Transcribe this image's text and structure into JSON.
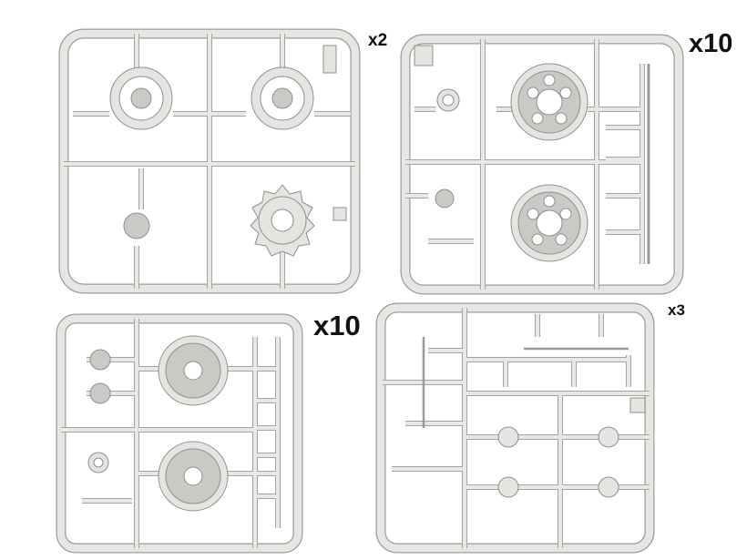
{
  "sprues": [
    {
      "id": "sprue-tl",
      "quantity": "x2"
    },
    {
      "id": "sprue-tr",
      "quantity": "x10"
    },
    {
      "id": "sprue-bl",
      "quantity": "x10"
    },
    {
      "id": "sprue-br",
      "quantity": "x3"
    }
  ],
  "colors": {
    "plastic": "#e4e4e1",
    "outline": "#9a9a98",
    "shade": "#c8c8c5"
  }
}
